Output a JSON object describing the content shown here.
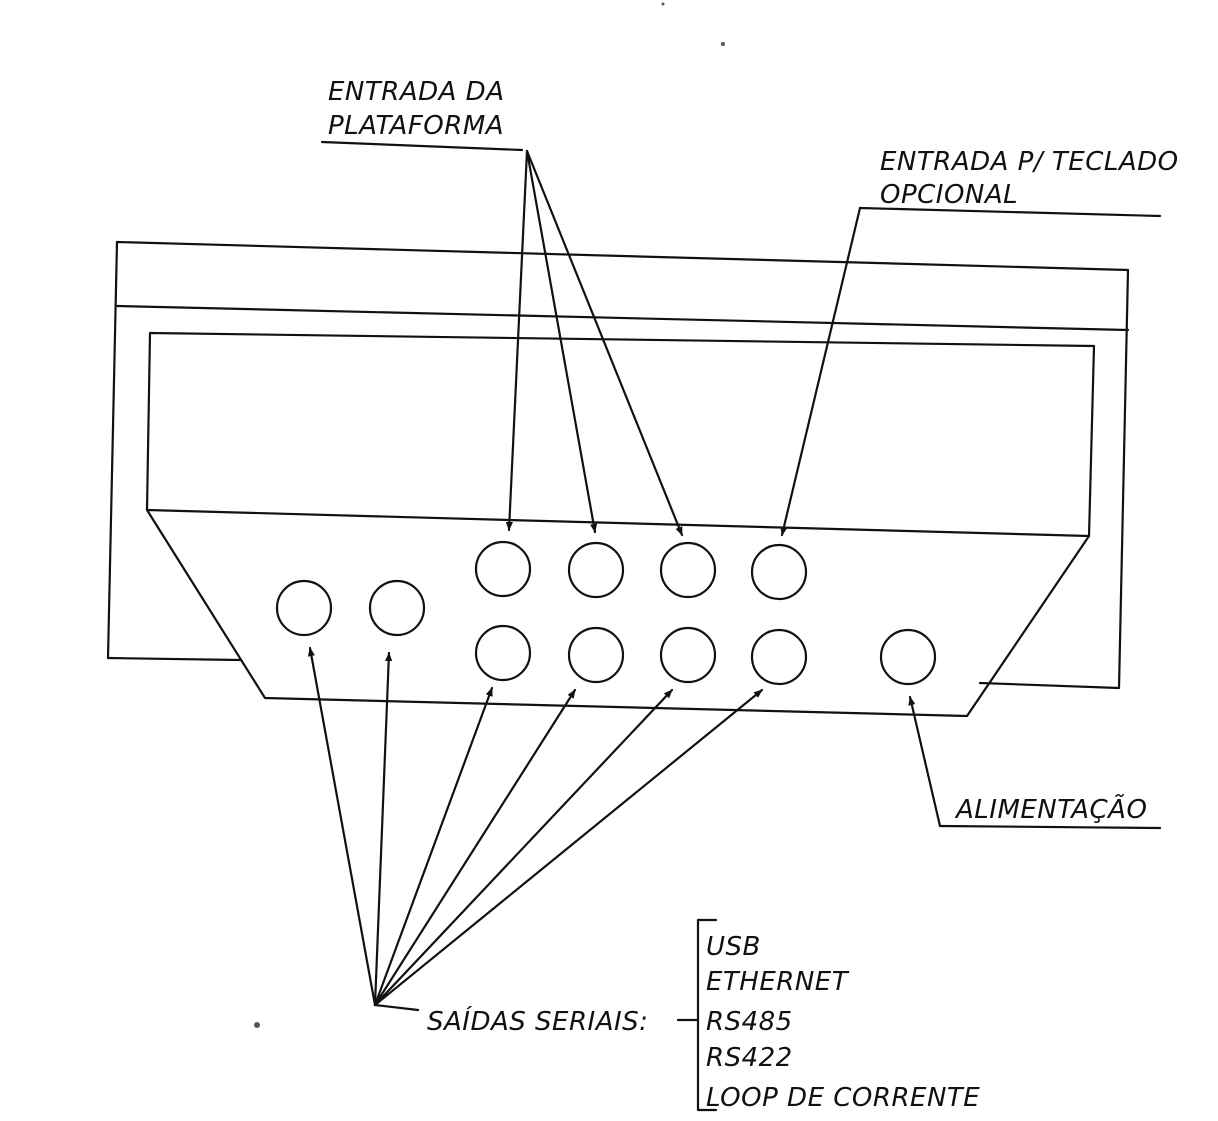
{
  "labels": {
    "platform_input": [
      "ENTRADA DA",
      "PLATAFORMA"
    ],
    "keyboard_input": [
      "ENTRADA P/ TECLADO",
      "OPCIONAL"
    ],
    "power": "ALIMENTAÇÃO",
    "serial_outputs": "SAÍDAS SERIAIS:",
    "serial_types": [
      "USB",
      "ETHERNET",
      "RS485",
      "RS422",
      "LOOP DE CORRENTE"
    ]
  }
}
